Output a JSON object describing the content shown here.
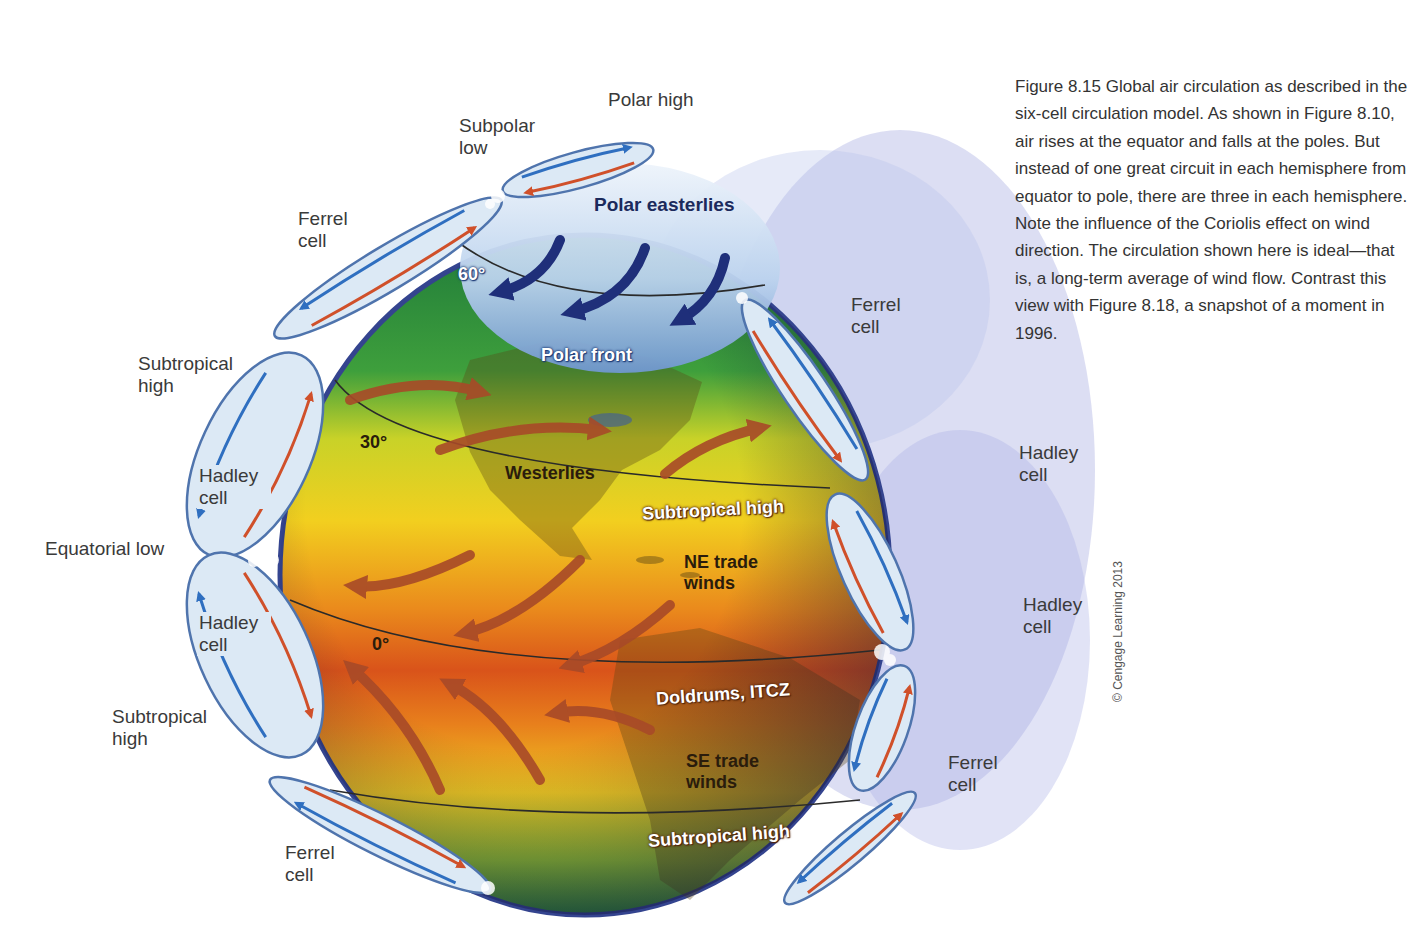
{
  "diagram": {
    "caption": "Figure 8.15 Global air circulation as described in the six-cell circulation model. As shown in Figure 8.10, air rises at the equator and falls at the poles. But instead of one great circuit in each hemisphere from equator to pole, there are three in each hemisphere. Note the influence of the Coriolis effect on wind direction. The circulation shown here is ideal—that is, a long-term average of wind flow. Contrast this view with Figure 8.18, a snapshot of a moment in 1996.",
    "labels": [
      "Polar high",
      "Subpolar low",
      "Polar easterlies",
      "Ferrel cell",
      "60°",
      "Ferrel cell",
      "Polar front",
      "Subtropical high",
      "30°",
      "Hadley cell",
      "Westerlies",
      "Hadley cell",
      "Subtropical high",
      "Equatorial low",
      "NE trade winds",
      "Hadley cell",
      "Hadley cell",
      "0°",
      "Doldrums, ITCZ",
      "Subtropical high",
      "SE trade winds",
      "Ferrel cell",
      "Subtropical high",
      "Ferrel cell",
      "© Cengage Learning 2013"
    ]
  }
}
